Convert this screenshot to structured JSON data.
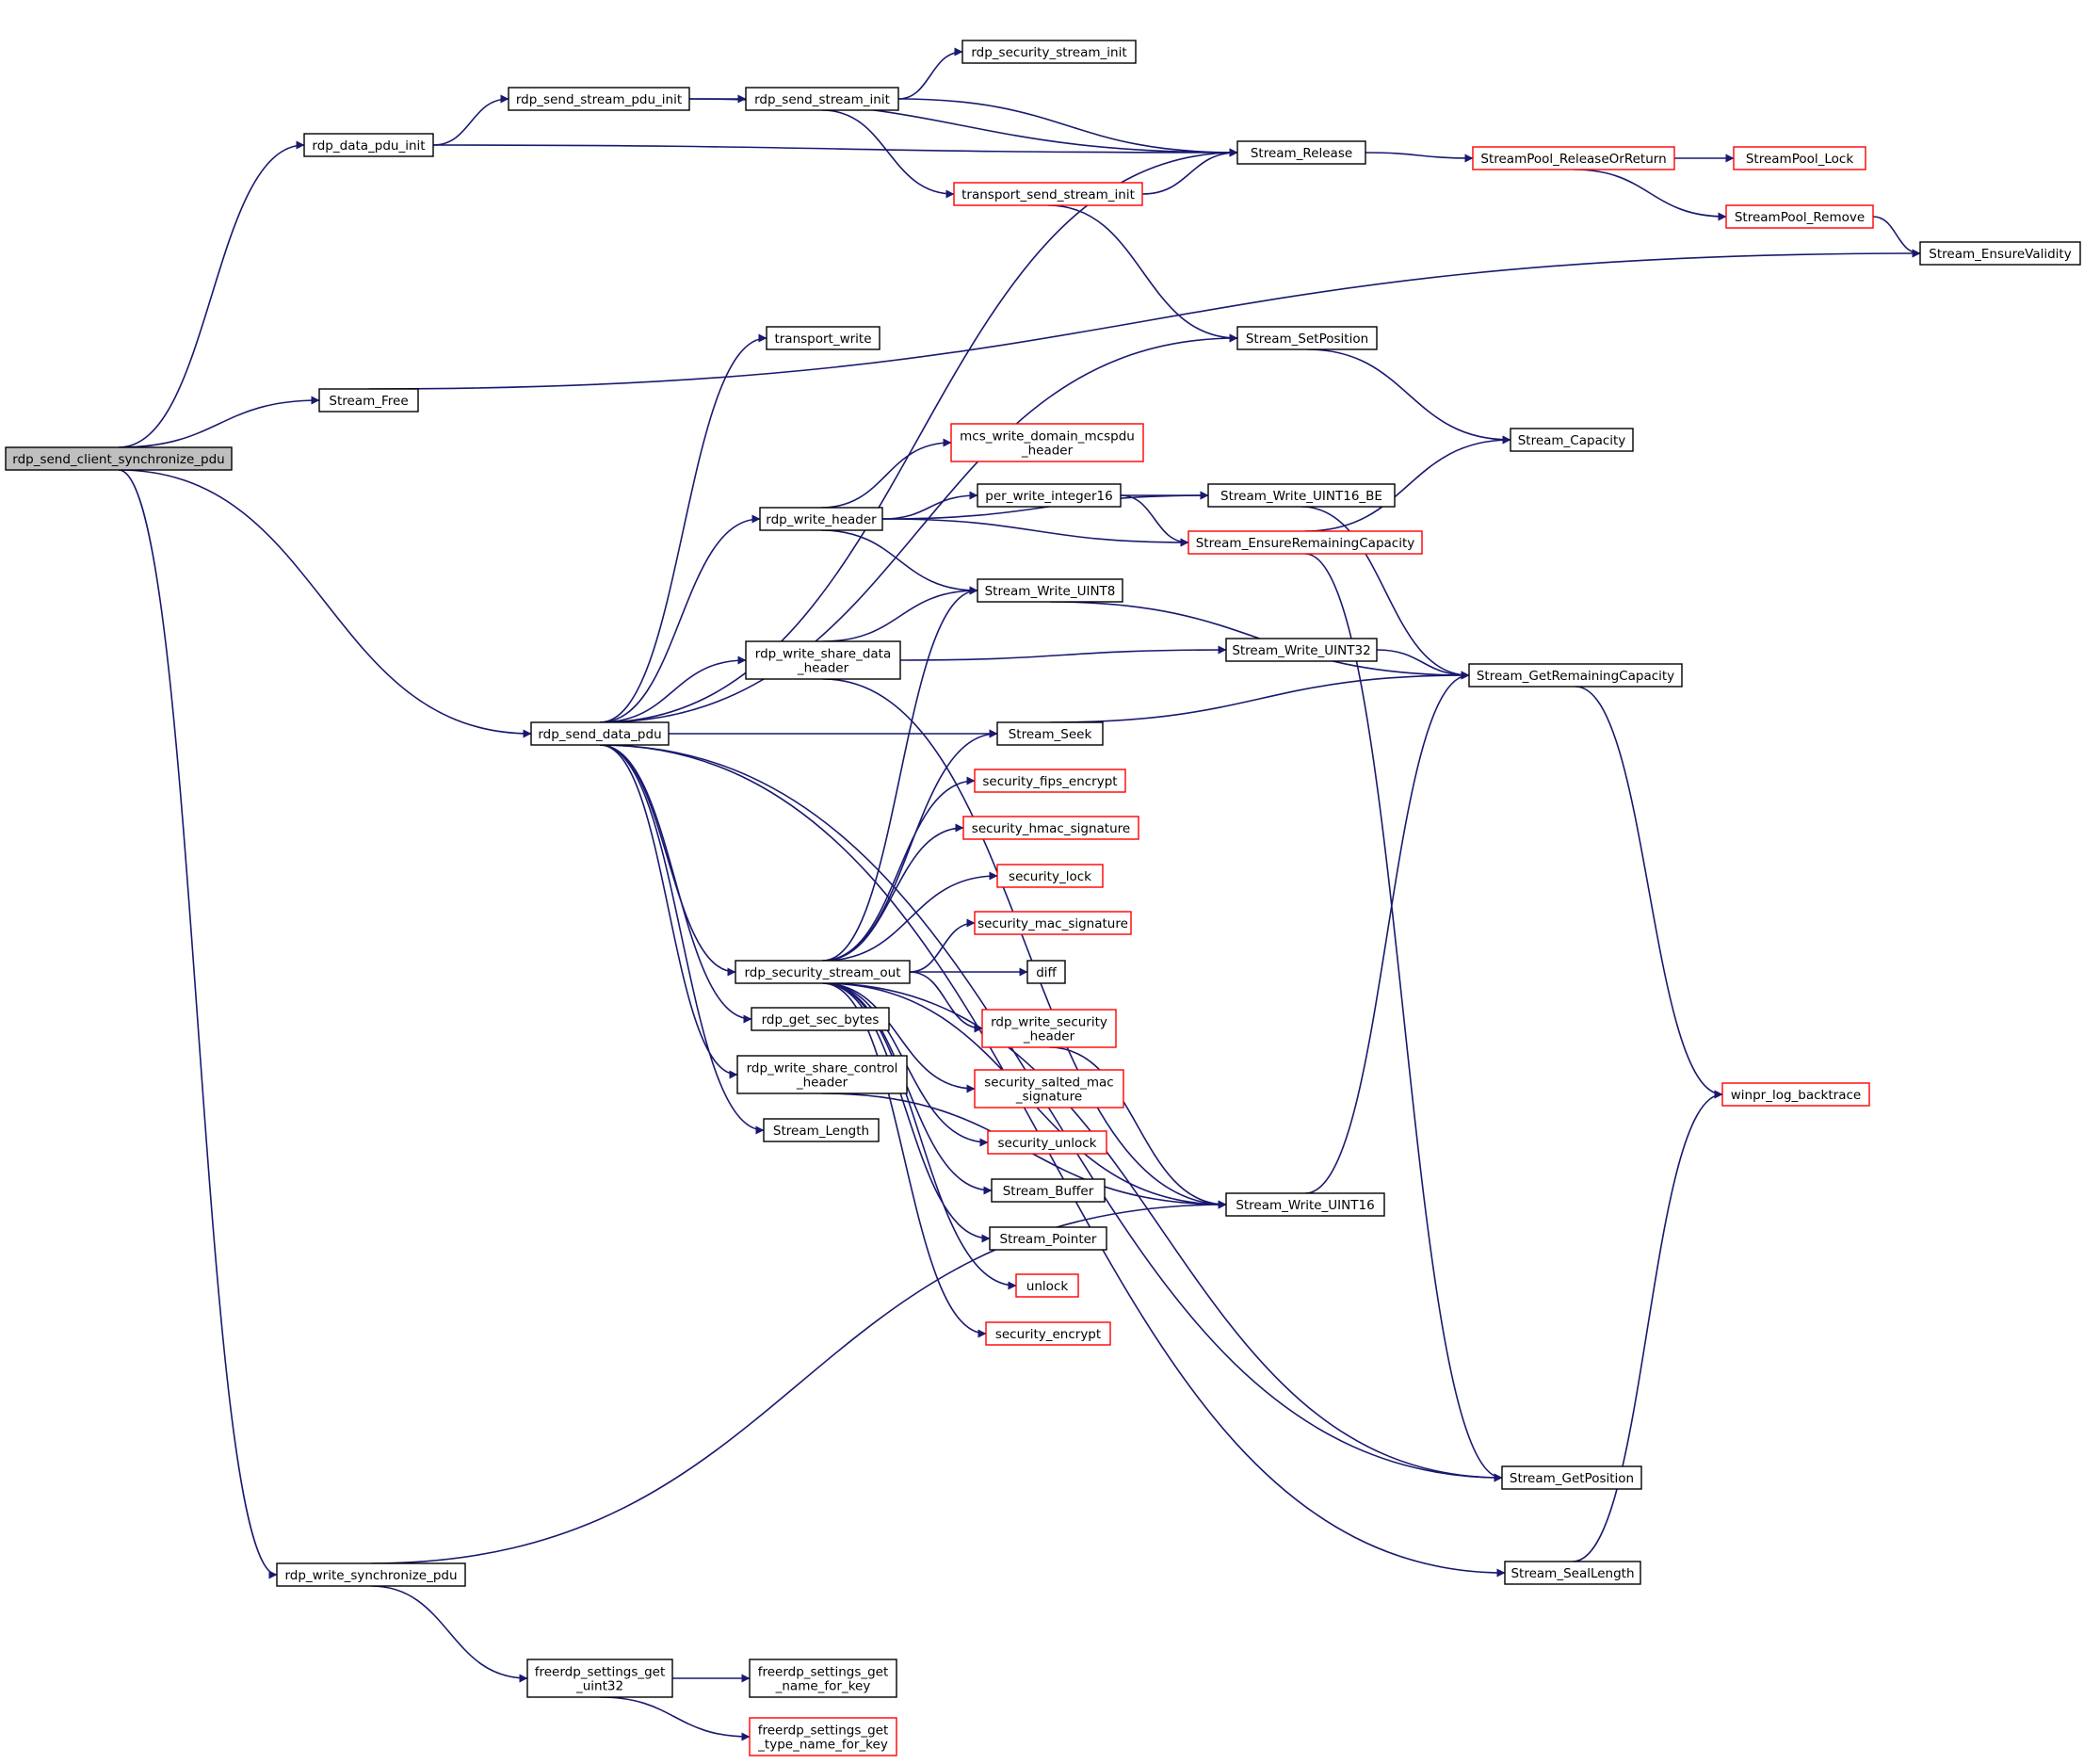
{
  "diagram": {
    "colors": {
      "edge": "#191970",
      "node_border": "#000000",
      "node_border_external": "#ff0000",
      "root_fill": "#bfbfbf",
      "background": "#ffffff"
    },
    "nodes": [
      {
        "id": "n_root",
        "lines": [
          "rdp_send_client_synchronize_pdu"
        ],
        "style": "root"
      },
      {
        "id": "n_data_pdu_init",
        "lines": [
          "rdp_data_pdu_init"
        ],
        "style": "normal"
      },
      {
        "id": "n_stream_free",
        "lines": [
          "Stream_Free"
        ],
        "style": "normal"
      },
      {
        "id": "n_send_data_pdu",
        "lines": [
          "rdp_send_data_pdu"
        ],
        "style": "normal"
      },
      {
        "id": "n_write_sync",
        "lines": [
          "rdp_write_synchronize_pdu"
        ],
        "style": "normal"
      },
      {
        "id": "n_send_stream_pdu_init",
        "lines": [
          "rdp_send_stream_pdu_init"
        ],
        "style": "normal"
      },
      {
        "id": "n_send_stream_init",
        "lines": [
          "rdp_send_stream_init"
        ],
        "style": "normal"
      },
      {
        "id": "n_sec_stream_init",
        "lines": [
          "rdp_security_stream_init"
        ],
        "style": "normal"
      },
      {
        "id": "n_transport_send_stream_init",
        "lines": [
          "transport_send_stream_init"
        ],
        "style": "red"
      },
      {
        "id": "n_stream_release",
        "lines": [
          "Stream_Release"
        ],
        "style": "normal"
      },
      {
        "id": "n_pool_release",
        "lines": [
          "StreamPool_ReleaseOrReturn"
        ],
        "style": "red"
      },
      {
        "id": "n_pool_lock",
        "lines": [
          "StreamPool_Lock"
        ],
        "style": "red"
      },
      {
        "id": "n_pool_remove",
        "lines": [
          "StreamPool_Remove"
        ],
        "style": "red"
      },
      {
        "id": "n_ensure_validity",
        "lines": [
          "Stream_EnsureValidity"
        ],
        "style": "normal"
      },
      {
        "id": "n_transport_write",
        "lines": [
          "transport_write"
        ],
        "style": "normal"
      },
      {
        "id": "n_set_position",
        "lines": [
          "Stream_SetPosition"
        ],
        "style": "normal"
      },
      {
        "id": "n_capacity",
        "lines": [
          "Stream_Capacity"
        ],
        "style": "normal"
      },
      {
        "id": "n_mcs_write",
        "lines": [
          "mcs_write_domain_mcspdu",
          "_header"
        ],
        "style": "red"
      },
      {
        "id": "n_write_header",
        "lines": [
          "rdp_write_header"
        ],
        "style": "normal"
      },
      {
        "id": "n_per_write",
        "lines": [
          "per_write_integer16"
        ],
        "style": "normal"
      },
      {
        "id": "n_uint16_be",
        "lines": [
          "Stream_Write_UINT16_BE"
        ],
        "style": "normal"
      },
      {
        "id": "n_ensure_remaining",
        "lines": [
          "Stream_EnsureRemainingCapacity"
        ],
        "style": "red"
      },
      {
        "id": "n_uint8",
        "lines": [
          "Stream_Write_UINT8"
        ],
        "style": "normal"
      },
      {
        "id": "n_share_data_header",
        "lines": [
          "rdp_write_share_data",
          "_header"
        ],
        "style": "normal"
      },
      {
        "id": "n_uint32",
        "lines": [
          "Stream_Write_UINT32"
        ],
        "style": "normal"
      },
      {
        "id": "n_get_remaining",
        "lines": [
          "Stream_GetRemainingCapacity"
        ],
        "style": "normal"
      },
      {
        "id": "n_seek",
        "lines": [
          "Stream_Seek"
        ],
        "style": "normal"
      },
      {
        "id": "n_fips",
        "lines": [
          "security_fips_encrypt"
        ],
        "style": "red"
      },
      {
        "id": "n_hmac",
        "lines": [
          "security_hmac_signature"
        ],
        "style": "red"
      },
      {
        "id": "n_sec_lock",
        "lines": [
          "security_lock"
        ],
        "style": "red"
      },
      {
        "id": "n_mac_sig",
        "lines": [
          "security_mac_signature"
        ],
        "style": "red"
      },
      {
        "id": "n_sec_stream_out",
        "lines": [
          "rdp_security_stream_out"
        ],
        "style": "normal"
      },
      {
        "id": "n_diff",
        "lines": [
          "diff"
        ],
        "style": "normal"
      },
      {
        "id": "n_write_sec_header",
        "lines": [
          "rdp_write_security",
          "_header"
        ],
        "style": "red"
      },
      {
        "id": "n_get_sec_bytes",
        "lines": [
          "rdp_get_sec_bytes"
        ],
        "style": "normal"
      },
      {
        "id": "n_salted_mac",
        "lines": [
          "security_salted_mac",
          "_signature"
        ],
        "style": "red"
      },
      {
        "id": "n_share_control",
        "lines": [
          "rdp_write_share_control",
          "_header"
        ],
        "style": "normal"
      },
      {
        "id": "n_winpr_log",
        "lines": [
          "winpr_log_backtrace"
        ],
        "style": "red"
      },
      {
        "id": "n_stream_length",
        "lines": [
          "Stream_Length"
        ],
        "style": "normal"
      },
      {
        "id": "n_sec_unlock",
        "lines": [
          "security_unlock"
        ],
        "style": "red"
      },
      {
        "id": "n_stream_buffer",
        "lines": [
          "Stream_Buffer"
        ],
        "style": "normal"
      },
      {
        "id": "n_uint16",
        "lines": [
          "Stream_Write_UINT16"
        ],
        "style": "normal"
      },
      {
        "id": "n_stream_pointer",
        "lines": [
          "Stream_Pointer"
        ],
        "style": "normal"
      },
      {
        "id": "n_unlock",
        "lines": [
          "unlock"
        ],
        "style": "red"
      },
      {
        "id": "n_sec_encrypt",
        "lines": [
          "security_encrypt"
        ],
        "style": "red"
      },
      {
        "id": "n_get_position",
        "lines": [
          "Stream_GetPosition"
        ],
        "style": "normal"
      },
      {
        "id": "n_seal_length",
        "lines": [
          "Stream_SealLength"
        ],
        "style": "normal"
      },
      {
        "id": "n_settings_uint32",
        "lines": [
          "freerdp_settings_get",
          "_uint32"
        ],
        "style": "normal"
      },
      {
        "id": "n_settings_name",
        "lines": [
          "freerdp_settings_get",
          "_name_for_key"
        ],
        "style": "normal"
      },
      {
        "id": "n_settings_type",
        "lines": [
          "freerdp_settings_get",
          "_type_name_for_key"
        ],
        "style": "red"
      }
    ],
    "edges": [
      [
        "n_root",
        "n_data_pdu_init"
      ],
      [
        "n_root",
        "n_stream_free"
      ],
      [
        "n_root",
        "n_send_data_pdu"
      ],
      [
        "n_root",
        "n_write_sync"
      ],
      [
        "n_data_pdu_init",
        "n_send_stream_pdu_init"
      ],
      [
        "n_data_pdu_init",
        "n_stream_release"
      ],
      [
        "n_send_stream_pdu_init",
        "n_send_stream_init"
      ],
      [
        "n_send_stream_pdu_init",
        "n_stream_release"
      ],
      [
        "n_send_stream_init",
        "n_sec_stream_init"
      ],
      [
        "n_send_stream_init",
        "n_stream_release"
      ],
      [
        "n_send_stream_init",
        "n_transport_send_stream_init"
      ],
      [
        "n_transport_send_stream_init",
        "n_stream_release"
      ],
      [
        "n_transport_send_stream_init",
        "n_set_position"
      ],
      [
        "n_stream_release",
        "n_pool_release"
      ],
      [
        "n_pool_release",
        "n_pool_lock"
      ],
      [
        "n_pool_release",
        "n_pool_remove"
      ],
      [
        "n_pool_remove",
        "n_ensure_validity"
      ],
      [
        "n_stream_free",
        "n_ensure_validity"
      ],
      [
        "n_send_data_pdu",
        "n_stream_release"
      ],
      [
        "n_send_data_pdu",
        "n_transport_write"
      ],
      [
        "n_send_data_pdu",
        "n_set_position"
      ],
      [
        "n_send_data_pdu",
        "n_write_header"
      ],
      [
        "n_send_data_pdu",
        "n_share_data_header"
      ],
      [
        "n_send_data_pdu",
        "n_seek"
      ],
      [
        "n_send_data_pdu",
        "n_sec_stream_out"
      ],
      [
        "n_send_data_pdu",
        "n_get_sec_bytes"
      ],
      [
        "n_send_data_pdu",
        "n_share_control"
      ],
      [
        "n_send_data_pdu",
        "n_stream_length"
      ],
      [
        "n_send_data_pdu",
        "n_get_position"
      ],
      [
        "n_send_data_pdu",
        "n_seal_length"
      ],
      [
        "n_set_position",
        "n_capacity"
      ],
      [
        "n_write_header",
        "n_mcs_write"
      ],
      [
        "n_write_header",
        "n_per_write"
      ],
      [
        "n_write_header",
        "n_ensure_remaining"
      ],
      [
        "n_write_header",
        "n_uint8"
      ],
      [
        "n_write_header",
        "n_uint16_be"
      ],
      [
        "n_per_write",
        "n_uint16_be"
      ],
      [
        "n_per_write",
        "n_ensure_remaining"
      ],
      [
        "n_uint16_be",
        "n_get_remaining"
      ],
      [
        "n_ensure_remaining",
        "n_capacity"
      ],
      [
        "n_ensure_remaining",
        "n_get_position"
      ],
      [
        "n_uint8",
        "n_get_remaining"
      ],
      [
        "n_share_data_header",
        "n_uint8"
      ],
      [
        "n_share_data_header",
        "n_uint32"
      ],
      [
        "n_share_data_header",
        "n_uint16"
      ],
      [
        "n_uint32",
        "n_get_remaining"
      ],
      [
        "n_seek",
        "n_get_remaining"
      ],
      [
        "n_get_remaining",
        "n_winpr_log"
      ],
      [
        "n_sec_stream_out",
        "n_uint8"
      ],
      [
        "n_sec_stream_out",
        "n_seek"
      ],
      [
        "n_sec_stream_out",
        "n_fips"
      ],
      [
        "n_sec_stream_out",
        "n_hmac"
      ],
      [
        "n_sec_stream_out",
        "n_sec_lock"
      ],
      [
        "n_sec_stream_out",
        "n_mac_sig"
      ],
      [
        "n_sec_stream_out",
        "n_diff"
      ],
      [
        "n_sec_stream_out",
        "n_write_sec_header"
      ],
      [
        "n_sec_stream_out",
        "n_salted_mac"
      ],
      [
        "n_sec_stream_out",
        "n_sec_unlock"
      ],
      [
        "n_sec_stream_out",
        "n_stream_buffer"
      ],
      [
        "n_sec_stream_out",
        "n_stream_pointer"
      ],
      [
        "n_sec_stream_out",
        "n_unlock"
      ],
      [
        "n_sec_stream_out",
        "n_sec_encrypt"
      ],
      [
        "n_sec_stream_out",
        "n_uint16"
      ],
      [
        "n_sec_stream_out",
        "n_get_position"
      ],
      [
        "n_write_sec_header",
        "n_uint16"
      ],
      [
        "n_share_control",
        "n_uint16"
      ],
      [
        "n_uint16",
        "n_get_remaining"
      ],
      [
        "n_seal_length",
        "n_winpr_log"
      ],
      [
        "n_write_sync",
        "n_uint16"
      ],
      [
        "n_write_sync",
        "n_settings_uint32"
      ],
      [
        "n_settings_uint32",
        "n_settings_name"
      ],
      [
        "n_settings_uint32",
        "n_settings_type"
      ]
    ]
  }
}
